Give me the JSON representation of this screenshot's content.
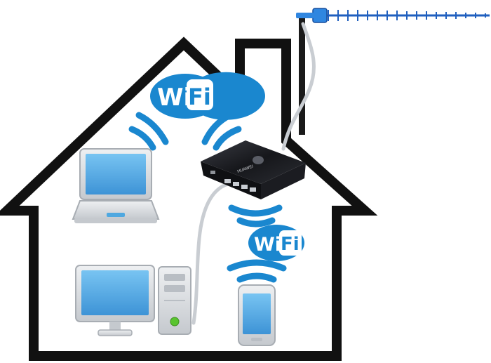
{
  "wifi_badges": [
    {
      "word_left": "Wi",
      "word_right": "Fi"
    },
    {
      "word_left": "Wi",
      "word_right": "Fi"
    }
  ],
  "router": {
    "brand": "HUAWEI"
  },
  "colors": {
    "house_outline": "#111111",
    "wifi_blue": "#1a87cf",
    "screen_blue": "#4fa8e0",
    "device_grey": "#d4d7db",
    "cable_grey": "#c9cdd2",
    "antenna_blue": "#1f5fbf",
    "router_black": "#1c1d22"
  },
  "icons": [
    "antenna-icon",
    "router-icon",
    "laptop-icon",
    "desktop-monitor-icon",
    "pc-tower-icon",
    "smartphone-icon",
    "wifi-waves-icon"
  ]
}
